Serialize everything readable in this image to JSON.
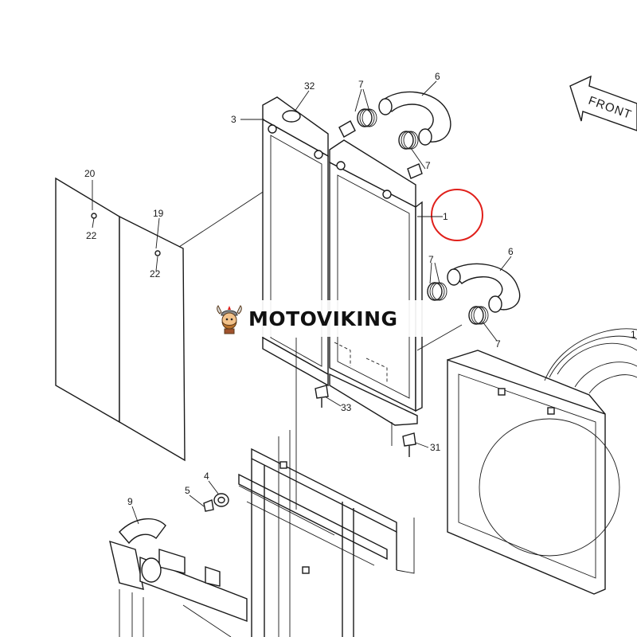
{
  "front_label": "FRONT",
  "watermark": {
    "text": "MOTOVIKING"
  },
  "highlight_color": "#e0201b",
  "labels": [
    {
      "id": "32",
      "text": "32"
    },
    {
      "id": "7a",
      "text": "7"
    },
    {
      "id": "6a",
      "text": "6"
    },
    {
      "id": "3",
      "text": "3"
    },
    {
      "id": "7b",
      "text": "7"
    },
    {
      "id": "1",
      "text": "1"
    },
    {
      "id": "20",
      "text": "20"
    },
    {
      "id": "19",
      "text": "19"
    },
    {
      "id": "22a",
      "text": "22"
    },
    {
      "id": "22b",
      "text": "22"
    },
    {
      "id": "7c",
      "text": "7"
    },
    {
      "id": "6b",
      "text": "6"
    },
    {
      "id": "7d",
      "text": "7"
    },
    {
      "id": "33",
      "text": "33"
    },
    {
      "id": "31",
      "text": "31"
    },
    {
      "id": "4",
      "text": "4"
    },
    {
      "id": "5",
      "text": "5"
    },
    {
      "id": "9",
      "text": "9"
    },
    {
      "id": "1b",
      "text": "1"
    }
  ]
}
